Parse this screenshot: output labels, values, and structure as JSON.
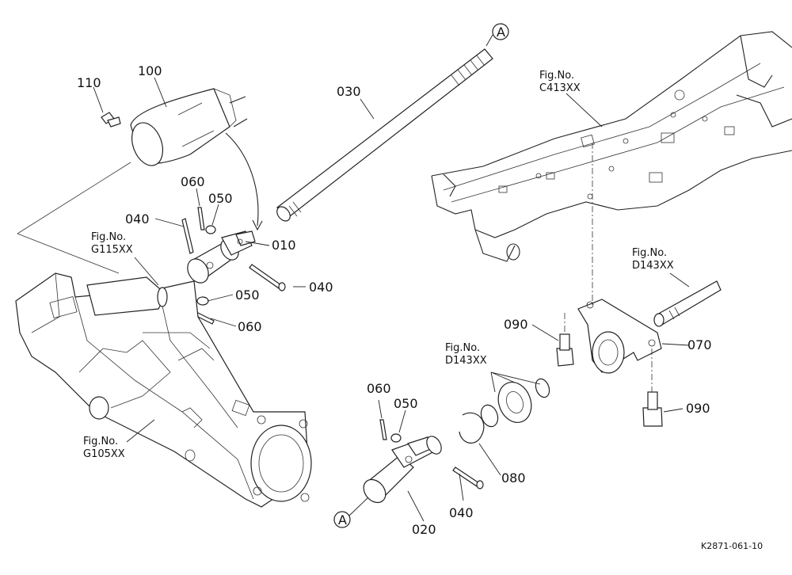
{
  "parts": {
    "p010": "010",
    "p020": "020",
    "p030": "030",
    "p040a": "040",
    "p040b": "040",
    "p040c": "040",
    "p050a": "050",
    "p050b": "050",
    "p050c": "050",
    "p060a": "060",
    "p060b": "060",
    "p060c": "060",
    "p070": "070",
    "p080": "080",
    "p090a": "090",
    "p090b": "090",
    "p100": "100",
    "p110": "110"
  },
  "fig_refs": {
    "g115_a": "Fig.No.",
    "g115_b": "G115XX",
    "g105_a": "Fig.No.",
    "g105_b": "G105XX",
    "c413_a": "Fig.No.",
    "c413_b": "C413XX",
    "d143a_a": "Fig.No.",
    "d143a_b": "D143XX",
    "d143b_a": "Fig.No.",
    "d143b_b": "D143XX"
  },
  "markers": {
    "a_top": "A",
    "a_bottom": "A"
  },
  "drawing_code": "K2871-061-10"
}
